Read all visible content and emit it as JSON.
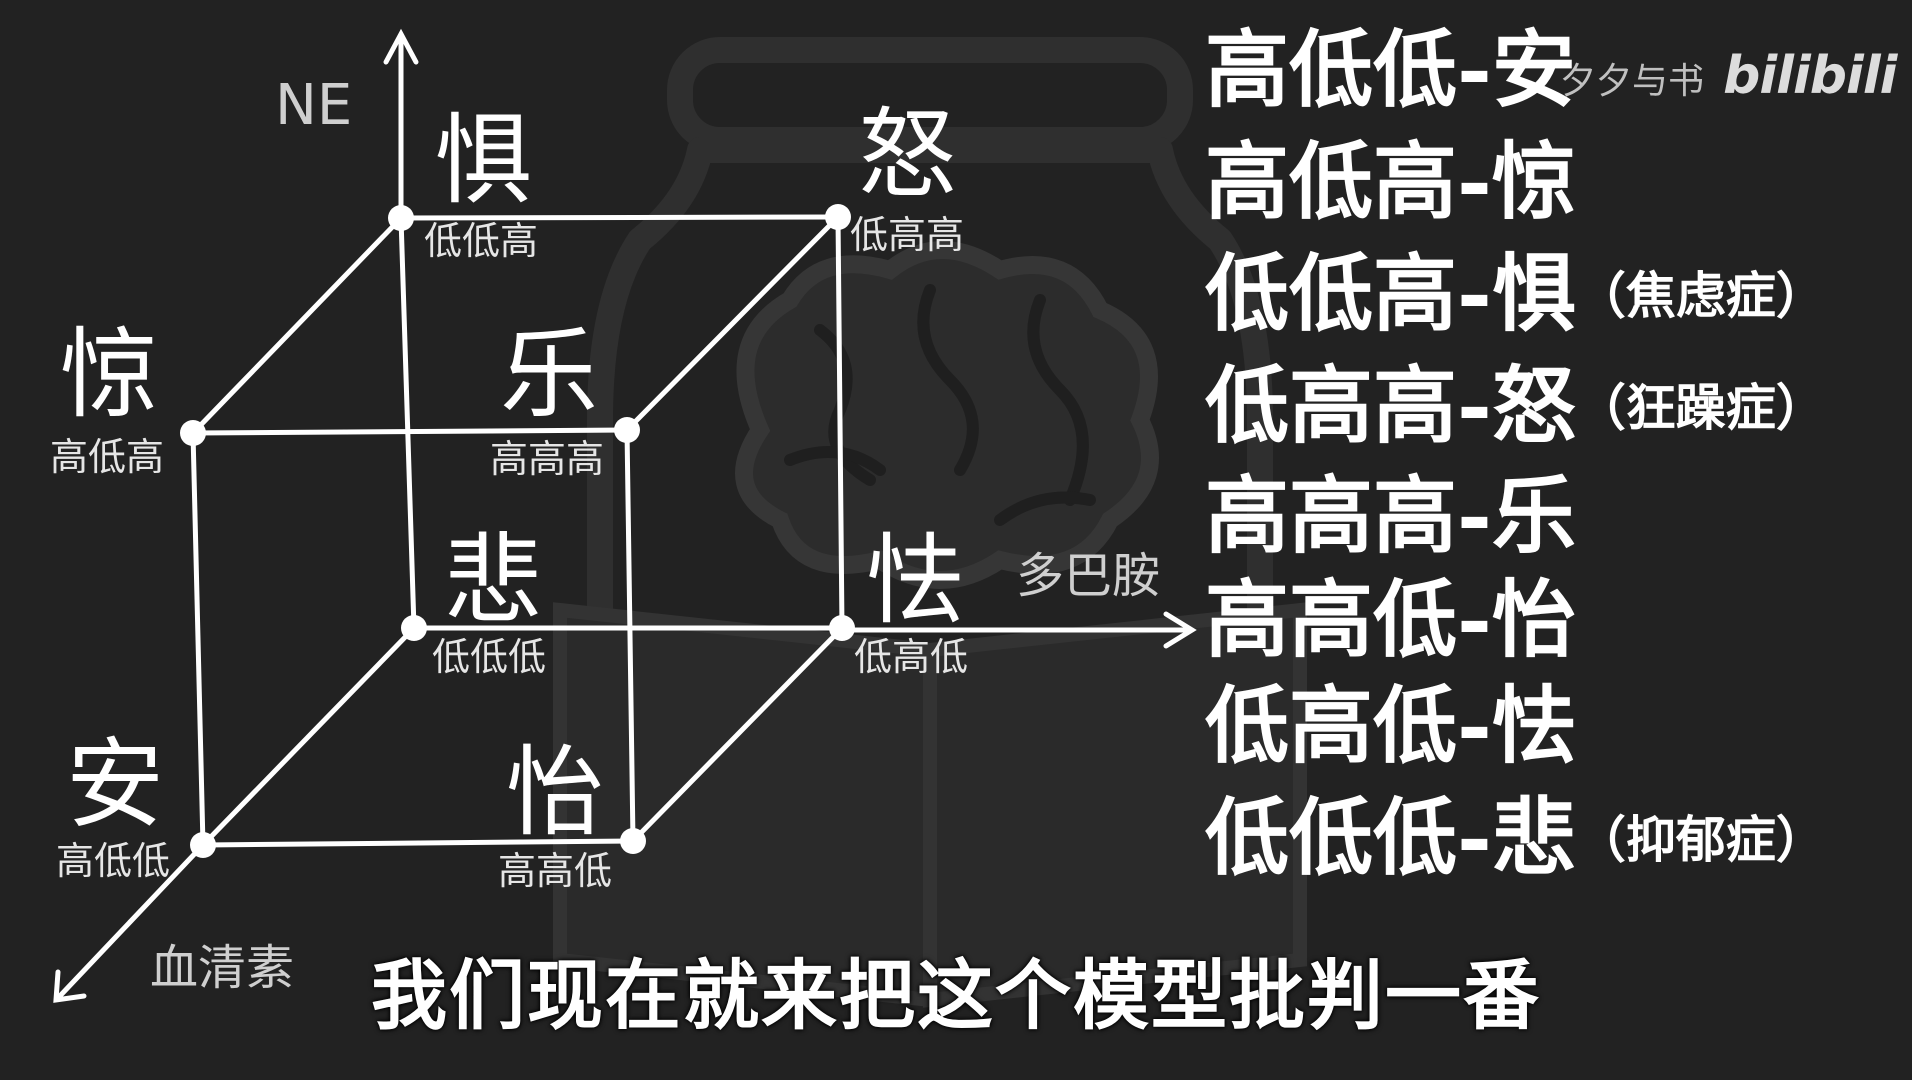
{
  "colors": {
    "background": "#222222",
    "foreground": "#ffffff",
    "muted_label": "#cfcfcf",
    "illustration": "#2e2e2e"
  },
  "background_illustration": "brain-in-jar-on-book-icon",
  "axes": {
    "vertical": "NE",
    "horizontal": "多巴胺",
    "depth": "血清素"
  },
  "cube_nodes": [
    {
      "id": "ju",
      "emotion": "惧",
      "code": "低低高"
    },
    {
      "id": "nu",
      "emotion": "怒",
      "code": "低高高"
    },
    {
      "id": "jing",
      "emotion": "惊",
      "code": "高低高"
    },
    {
      "id": "le",
      "emotion": "乐",
      "code": "高高高"
    },
    {
      "id": "bei",
      "emotion": "悲",
      "code": "低低低"
    },
    {
      "id": "qie",
      "emotion": "怯",
      "code": "低高低"
    },
    {
      "id": "an",
      "emotion": "安",
      "code": "高低低"
    },
    {
      "id": "yi",
      "emotion": "怡",
      "code": "高高低"
    }
  ],
  "legend": [
    {
      "text": "高低低-安",
      "note": ""
    },
    {
      "text": "高低高-惊",
      "note": ""
    },
    {
      "text": "低低高-惧",
      "note": "（焦虑症）"
    },
    {
      "text": "低高高-怒",
      "note": "（狂躁症）"
    },
    {
      "text": "高高高-乐",
      "note": ""
    },
    {
      "text": "高高低-怡",
      "note": ""
    },
    {
      "text": "低高低-怯",
      "note": ""
    },
    {
      "text": "低低低-悲",
      "note": "（抑郁症）"
    }
  ],
  "watermark": {
    "author": "夕夕与书",
    "brand": "bilibili"
  },
  "subtitle": "我们现在就来把这个模型批判一番"
}
